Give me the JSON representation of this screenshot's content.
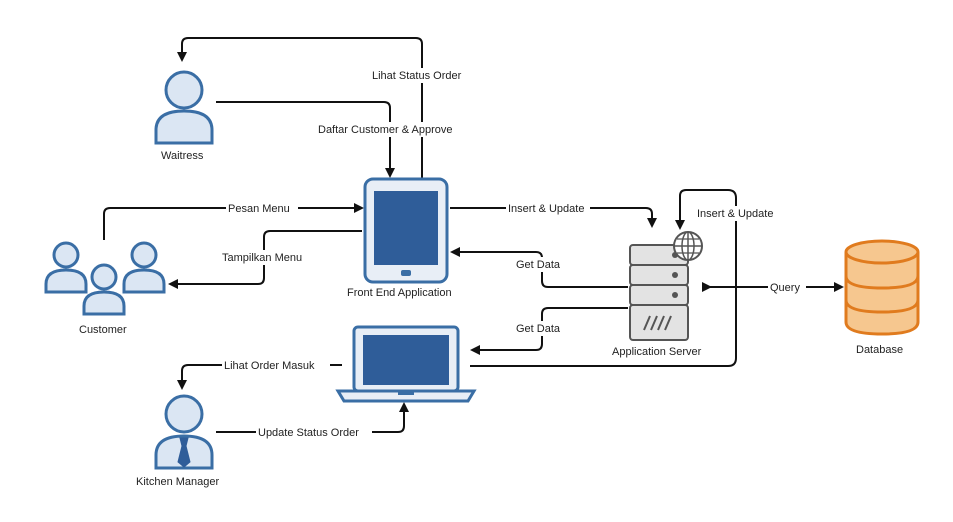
{
  "nodes": {
    "waitress": "Waitress",
    "customer": "Customer",
    "kitchen_manager": "Kitchen Manager",
    "front_end": "Front End Application",
    "app_server": "Application Server",
    "database": "Database"
  },
  "edges": {
    "lihat_status_order": "Lihat Status Order",
    "daftar_customer": "Daftar Customer & Approve",
    "pesan_menu": "Pesan Menu",
    "tampilkan_menu": "Tampilkan Menu",
    "insert_update_1": "Insert & Update",
    "insert_update_2": "Insert & Update",
    "get_data_1": "Get Data",
    "get_data_2": "Get Data",
    "query": "Query",
    "lihat_order_masuk": "Lihat Order Masuk",
    "update_status_order": "Update Status Order"
  },
  "colors": {
    "person_fill": "#dbe6f3",
    "person_stroke": "#3a6ea5",
    "device_screen": "#2f5d99",
    "database_fill": "#f6c78f",
    "database_stroke": "#e07b1e",
    "server_fill": "#e3e3e3",
    "server_stroke": "#555555"
  }
}
